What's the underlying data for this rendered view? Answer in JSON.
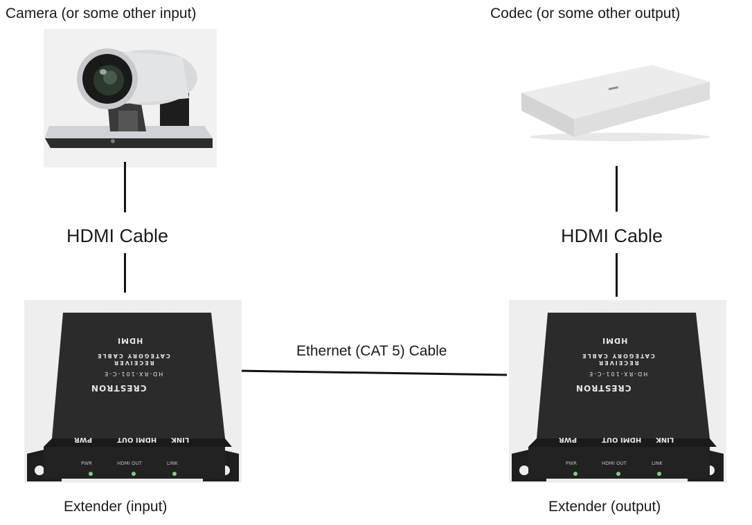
{
  "input_device": {
    "label": "Camera (or some other input)"
  },
  "output_device": {
    "label": "Codec (or some other output)"
  },
  "left_cable": {
    "label": "HDMI Cable"
  },
  "right_cable": {
    "label": "HDMI Cable"
  },
  "ethernet_cable": {
    "label": "Ethernet (CAT 5) Cable"
  },
  "left_extender": {
    "label": "Extender (input)",
    "brand": "CRESTRON",
    "model": "HD-RX-101-C-E",
    "line1": "CATEGORY CABLE",
    "line2": "RECEIVER",
    "logo": "HDMI",
    "ports": [
      "PWR",
      "HDMI OUT",
      "LINK"
    ],
    "leds": [
      "PWR",
      "HDMI OUT",
      "LINK"
    ],
    "top_labels": [
      "24 V",
      "FROM TX",
      "HDMI OUT"
    ]
  },
  "right_extender": {
    "label": "Extender (output)",
    "brand": "CRESTRON",
    "model": "HD-RX-101-C-E",
    "line1": "CATEGORY CABLE",
    "line2": "RECEIVER",
    "logo": "HDMI",
    "ports": [
      "PWR",
      "HDMI OUT",
      "LINK"
    ],
    "leds": [
      "PWR",
      "HDMI OUT",
      "LINK"
    ],
    "top_labels": [
      "24 V",
      "FROM TX",
      "HDMI OUT"
    ]
  }
}
